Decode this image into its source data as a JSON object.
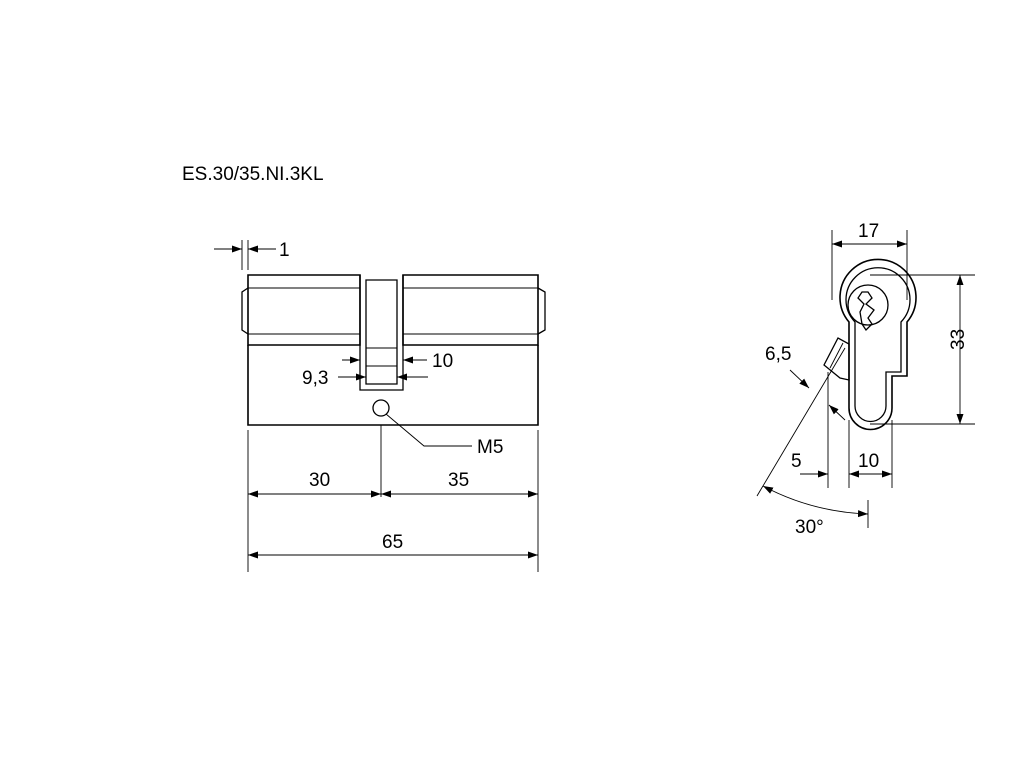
{
  "drawing": {
    "model": "ES.30/35.NI.3KL",
    "side_view": {
      "offset_top": "1",
      "cam_inner": "9,3",
      "cam_outer": "10",
      "screw": "M5",
      "left_length": "30",
      "right_length": "35",
      "total_length": "65"
    },
    "front_view": {
      "width": "17",
      "height": "33",
      "cam_thickness": "6,5",
      "offset": "5",
      "bottom_width": "10",
      "angle": "30°"
    }
  }
}
